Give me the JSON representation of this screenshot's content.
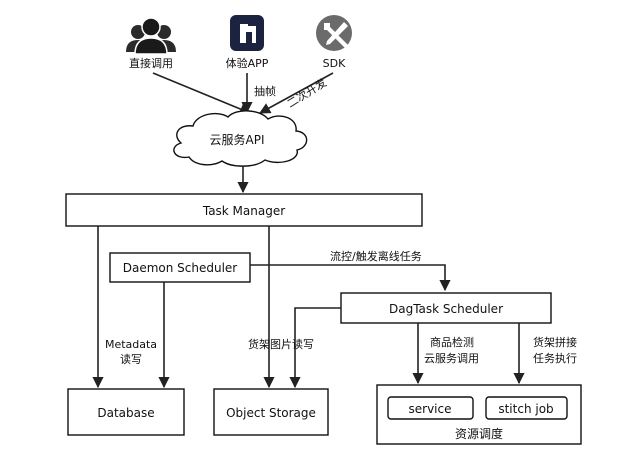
{
  "clients": {
    "direct_call": "直接调用",
    "experience_app": "体验APP",
    "sdk": "SDK"
  },
  "edge_labels": {
    "frame_extract": "抽帧",
    "secondary_dev": "二次开发",
    "flow_control": "流控/触发离线任务",
    "metadata_rw_line1": "Metadata",
    "metadata_rw_line2": "读写",
    "shelf_image_rw": "货架图片读写",
    "product_detect_line1": "商品检测",
    "product_detect_line2": "云服务调用",
    "shelf_stitch_line1": "货架拼接",
    "shelf_stitch_line2": "任务执行"
  },
  "nodes": {
    "cloud_api": "云服务API",
    "task_manager": "Task Manager",
    "daemon_scheduler": "Daemon Scheduler",
    "dagtask_scheduler": "DagTask Scheduler",
    "database": "Database",
    "object_storage": "Object Storage",
    "service": "service",
    "stitch_job": "stitch job",
    "resource_scheduling": "资源调度"
  },
  "colors": {
    "line": "#222222",
    "app_icon_bg": "#1c2340",
    "sdk_icon_bg": "#6b6b6b",
    "users_icon": "#2b2b2b"
  }
}
